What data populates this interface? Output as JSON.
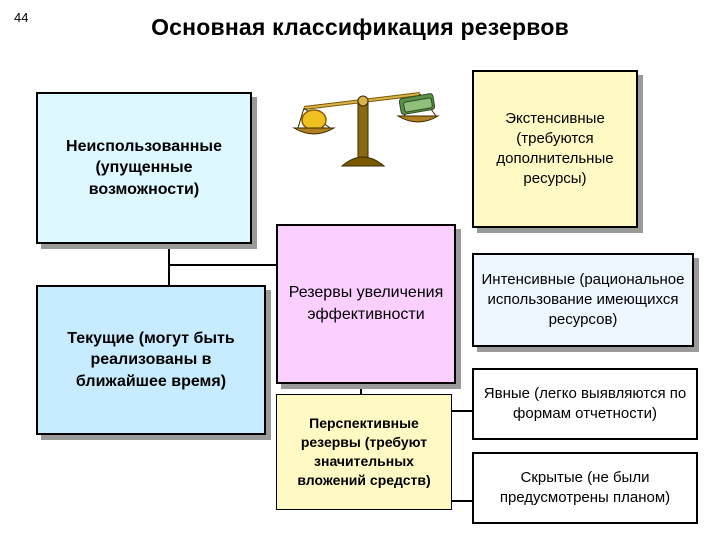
{
  "page_number": "44",
  "title": "Основная классификация резервов",
  "boxes": {
    "unused": "Неиспользованные (упущенные возможности)",
    "current": "Текущие (могут быть реализованы в ближайшее время)",
    "reserves": "Резервы увеличения эффективности",
    "extensive": "Экстенсивные (требуются дополнительные ресурсы)",
    "intensive": "Интенсивные (рациональное использование имеющихся ресурсов)",
    "explicit": "Явные (легко выявляются по формам отчетности)",
    "hidden": "Скрытые (не были предусмотрены планом)",
    "perspective": "Перспективные резервы (требуют значительных вложений средств)"
  },
  "image": {
    "icon": "balance-scales-icon"
  },
  "colors": {
    "unused_fill": "#ddf8ff",
    "current_fill": "#c8ecff",
    "reserves_fill": "#fbcfff",
    "extensive_fill": "#fff9c4",
    "intensive_fill": "#eef6ff",
    "perspective_fill": "#fff9c4"
  }
}
